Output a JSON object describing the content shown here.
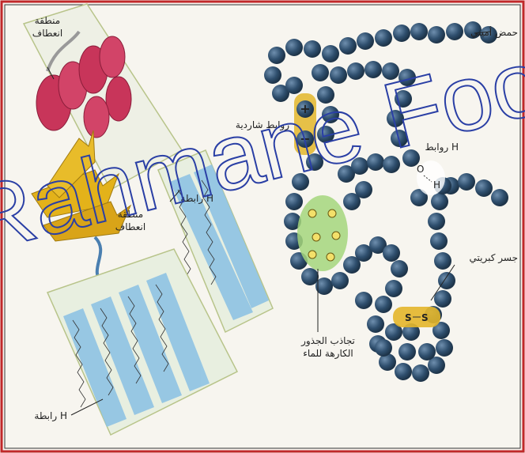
{
  "labels": {
    "turn_region_top": "منطقة\nانعطاف",
    "turn_region_mid": "منطقة\nانعطاف",
    "h_bond_left_top": "رابطة H",
    "h_bond_left_bottom": "رابطة H",
    "ionic_bond": "روابط شاردية",
    "amino_acid": "حمض أميني",
    "h_bond_right": "روابط H",
    "disulfide_bridge": "جسر كبريتي",
    "hydrophobic": "تجاذب الجذور\nالكارهة للماء",
    "plus_sign": "+",
    "minus_sign": "−",
    "s_label_1": "S",
    "s_label_2": "S",
    "h_atom": "H",
    "o_atom": "O"
  },
  "watermark": {
    "text": "Rahmane Foo",
    "color": "#2a3fa5"
  },
  "colors": {
    "border": "#c0282a",
    "bead": "#2f4f6e",
    "bead_highlight": "#6f8fae",
    "helix": "#c8355a",
    "sheet": "#e3b21a",
    "sheet_blue": "#8fc3e4",
    "hydrophobic_fill": "#a5d67c",
    "ionic_fill": "#e3b62a",
    "disulfide_fill": "#e3b62a"
  }
}
